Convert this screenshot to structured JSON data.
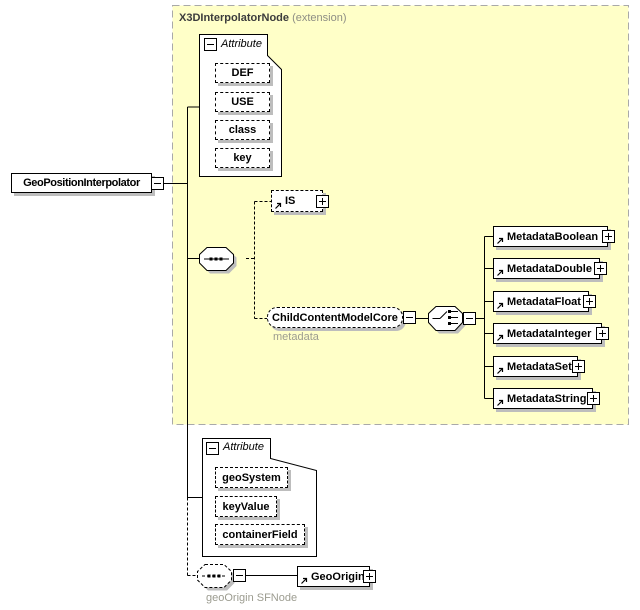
{
  "colors": {
    "extension_fill": "#ffffc8",
    "extension_border": "#a9a9a9",
    "box_shadow": "#bdbdbd",
    "annotation_text": "#9c9c90",
    "extension_title_text": "#3c3c3c",
    "extension_subtitle_text": "#8e8e84"
  },
  "root_element": {
    "label": "GeoPositionInterpolator"
  },
  "extension": {
    "title": "X3DInterpolatorNode",
    "subtitle": "(extension)",
    "attribute_group": {
      "label": "Attribute",
      "attributes": [
        "DEF",
        "USE",
        "class",
        "key"
      ]
    },
    "is_element": {
      "label": "IS"
    },
    "child_content_model": {
      "label": "ChildContentModelCore",
      "annotation": "metadata"
    },
    "metadata_elements": [
      "MetadataBoolean",
      "MetadataDouble",
      "MetadataFloat",
      "MetadataInteger",
      "MetadataSet",
      "MetadataString"
    ]
  },
  "local_attribute_group": {
    "label": "Attribute",
    "attributes": [
      "geoSystem",
      "keyValue",
      "containerField"
    ]
  },
  "geo_origin": {
    "label": "GeoOrigin",
    "annotation": "geoOrigin SFNode"
  }
}
